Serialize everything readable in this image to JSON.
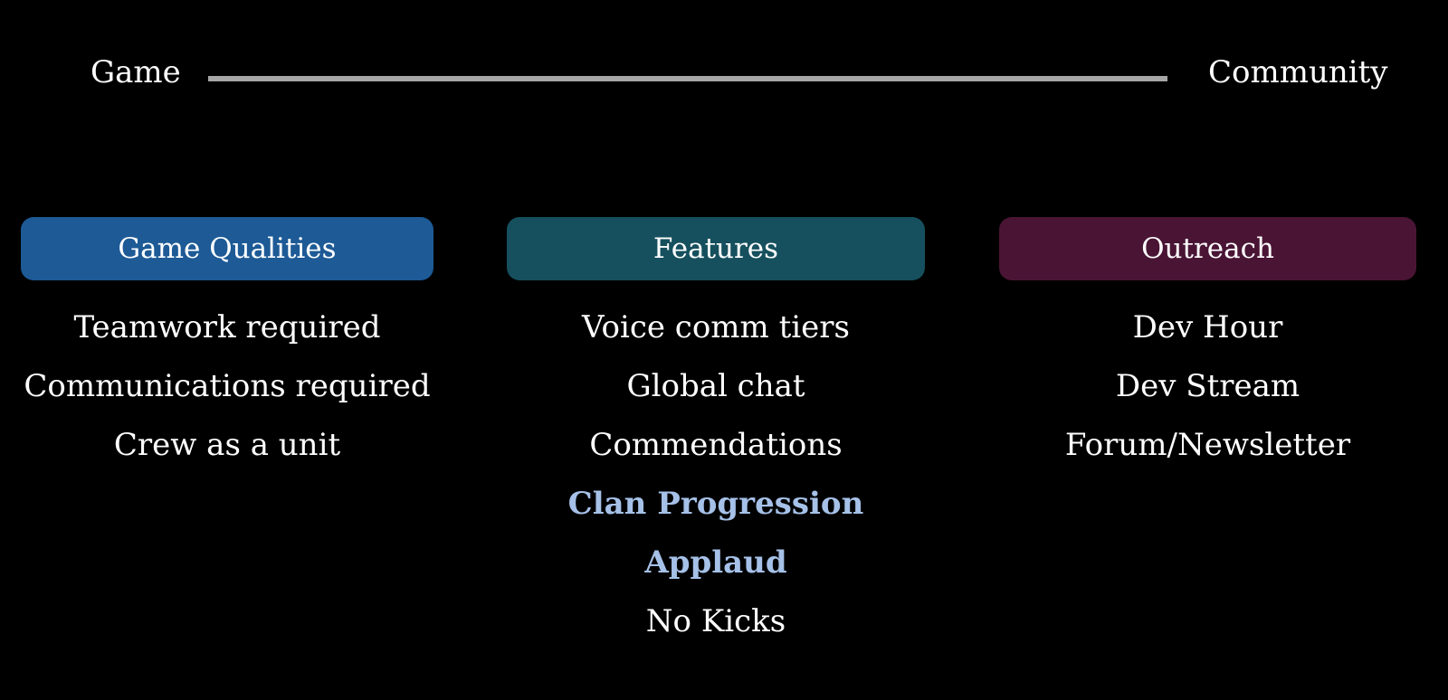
{
  "axis": {
    "left_label": "Game",
    "right_label": "Community"
  },
  "columns": [
    {
      "header": "Game Qualities",
      "items": [
        {
          "label": "Teamwork required",
          "highlighted": false
        },
        {
          "label": "Communications required",
          "highlighted": false
        },
        {
          "label": "Crew as a unit",
          "highlighted": false
        }
      ]
    },
    {
      "header": "Features",
      "items": [
        {
          "label": "Voice comm tiers",
          "highlighted": false
        },
        {
          "label": "Global chat",
          "highlighted": false
        },
        {
          "label": "Commendations",
          "highlighted": false
        },
        {
          "label": "Clan Progression",
          "highlighted": true
        },
        {
          "label": "Applaud",
          "highlighted": true
        },
        {
          "label": "No Kicks",
          "highlighted": false
        }
      ]
    },
    {
      "header": "Outreach",
      "items": [
        {
          "label": "Dev Hour",
          "highlighted": false
        },
        {
          "label": "Dev Stream",
          "highlighted": false
        },
        {
          "label": "Forum/Newsletter",
          "highlighted": false
        }
      ]
    }
  ],
  "colors": {
    "background": "#000000",
    "text": "#ffffff",
    "highlight_text": "#a6c1e8",
    "axis_line": "#a6a6a6",
    "game_qualities_header": "#1d5a96",
    "features_header": "#16505e",
    "outreach_header": "#4a1535"
  }
}
